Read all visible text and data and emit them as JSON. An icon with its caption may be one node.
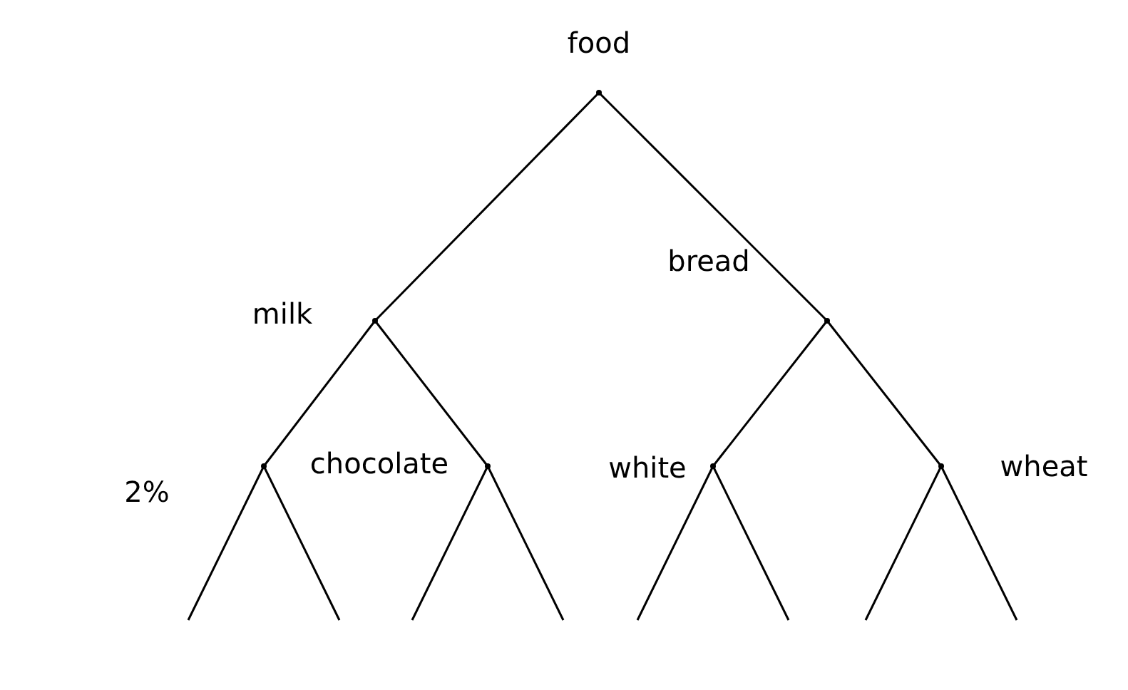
{
  "diagram": {
    "nodes": [
      {
        "text": [
          "food"
        ]
      },
      {
        "text": [
          "milk"
        ]
      },
      {
        "text": [
          "bread"
        ]
      },
      {
        "text": [
          "2%"
        ]
      },
      {
        "text": [
          "chocolate"
        ]
      },
      {
        "text": [
          "white"
        ]
      },
      {
        "text": [
          "wheat"
        ]
      }
    ],
    "edges": [
      {
        "from": 0,
        "to": 1,
        "arrow": "none"
      },
      {
        "from": 0,
        "to": 2,
        "arrow": "none"
      },
      {
        "from": 1,
        "to": 3,
        "arrow": "none"
      },
      {
        "from": 1,
        "to": 4,
        "arrow": "none"
      },
      {
        "from": 2,
        "to": 5,
        "arrow": "none"
      },
      {
        "from": 2,
        "to": 6,
        "arrow": "none"
      },
      {
        "from": 3,
        "to": null,
        "arrow": "none"
      },
      {
        "from": 3,
        "to": null,
        "arrow": "none"
      },
      {
        "from": 4,
        "to": null,
        "arrow": "none"
      },
      {
        "from": 4,
        "to": null,
        "arrow": "none"
      },
      {
        "from": 5,
        "to": null,
        "arrow": "none"
      },
      {
        "from": 5,
        "to": null,
        "arrow": "none"
      },
      {
        "from": 6,
        "to": null,
        "arrow": "none"
      },
      {
        "from": 6,
        "to": null,
        "arrow": "none"
      }
    ]
  }
}
